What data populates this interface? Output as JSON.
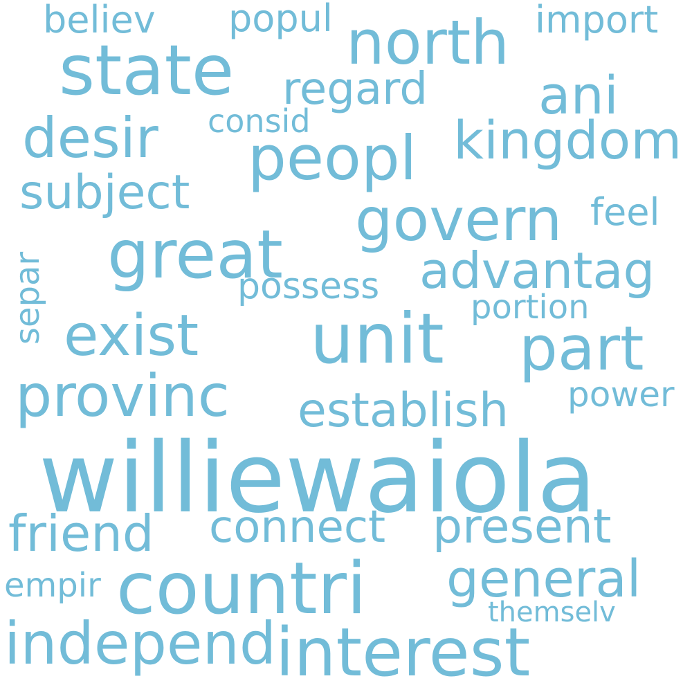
{
  "color": "#72BCD8",
  "background": "#ffffff",
  "words": {
    "williewaiola": "williewaiola",
    "countri": "countri",
    "state": "state",
    "unit": "unit",
    "interest": "interest",
    "great": "great",
    "north": "north",
    "peopl": "peopl",
    "part": "part",
    "govern": "govern",
    "independ": "independ",
    "provinc": "provinc",
    "exist": "exist",
    "desir": "desir",
    "kingdom": "kingdom",
    "ani": "ani",
    "general": "general",
    "advantag": "advantag",
    "friend": "friend",
    "subject": "subject",
    "establish": "establish",
    "present": "present",
    "regard": "regard",
    "connect": "connect",
    "believ": "believ",
    "popul": "popul",
    "import": "import",
    "feel": "feel",
    "possess": "possess",
    "power": "power",
    "portion": "portion",
    "empir": "empir",
    "consid": "consid",
    "themselv": "themselv",
    "separ": "separ"
  }
}
